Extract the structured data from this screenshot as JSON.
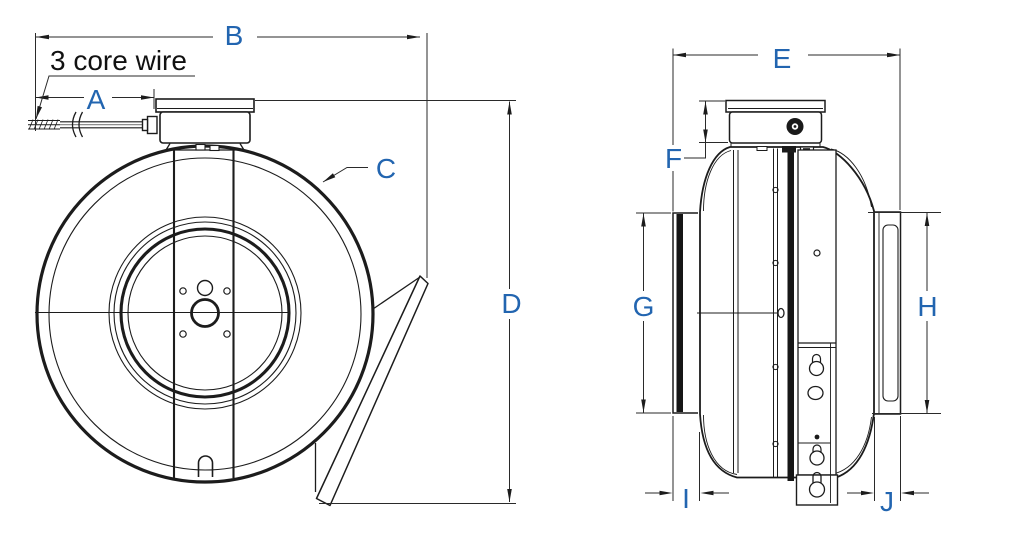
{
  "diagram": {
    "annotation": "3 core wire",
    "dimension_labels": {
      "A": "A",
      "B": "B",
      "C": "C",
      "D": "D",
      "E": "E",
      "F": "F",
      "G": "G",
      "H": "H",
      "I": "I",
      "J": "J"
    },
    "colors": {
      "label_blue": "#2265b0",
      "line_black": "#1c1c1c",
      "background": "#ffffff"
    }
  }
}
